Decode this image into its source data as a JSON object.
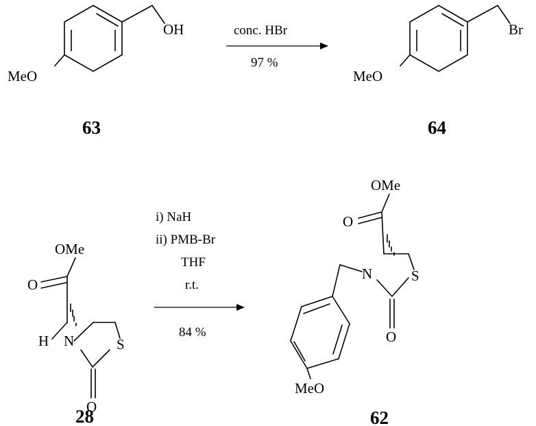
{
  "scheme": {
    "reaction1": {
      "reactant": {
        "number": "63",
        "label_oh": "OH",
        "label_meo": "MeO"
      },
      "product": {
        "number": "64",
        "label_br": "Br",
        "label_meo": "MeO"
      },
      "conditions": {
        "reagent": "conc. HBr",
        "yield": "97 %"
      }
    },
    "reaction2": {
      "reactant": {
        "number": "28",
        "label_ome": "OMe",
        "label_o_ester": "O",
        "label_h": "H",
        "label_n": "N",
        "label_s": "S",
        "label_o_carbonyl": "O"
      },
      "product": {
        "number": "62",
        "label_ome": "OMe",
        "label_o_ester": "O",
        "label_n": "N",
        "label_s": "S",
        "label_o_carbonyl": "O",
        "label_meo": "MeO"
      },
      "conditions": {
        "step1": "i)  NaH",
        "step2": "ii) PMB-Br",
        "solvent": "THF",
        "temp": "r.t.",
        "yield": "84 %"
      }
    }
  }
}
